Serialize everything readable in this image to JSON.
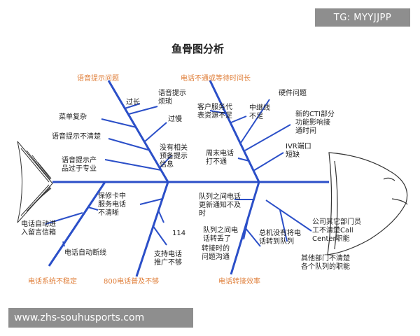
{
  "watermark_top": "TG: MYYJJPP",
  "watermark_bottom": "www.zhs-souhusports.com",
  "title": "鱼骨图分析",
  "categories": {
    "top1": "语音提示问题",
    "top2": "电话不通或等待时间长",
    "bottom1": "电话系统不稳定",
    "bottom2": "800电话普及不够",
    "bottom3": "电话转接效率"
  },
  "causes": {
    "c1": [
      "语音提示",
      "烦琐"
    ],
    "c2": [
      "过长"
    ],
    "c3": [
      "菜单复杂"
    ],
    "c4": [
      "过慢"
    ],
    "c5": [
      "语音提示不清楚"
    ],
    "c6": [
      "没有相关",
      "预备提示",
      "信息"
    ],
    "c7": [
      "语音提示产",
      "品过于专业"
    ],
    "c8": [
      "客户服务代",
      "表资源不足"
    ],
    "c9": [
      "中继线",
      "不足"
    ],
    "c10": [
      "硬件问题"
    ],
    "c11": [
      "新的CTI部分",
      "功能影响接",
      "通时间"
    ],
    "c12": [
      "周末电话",
      "打不通"
    ],
    "c13": [
      "IVR端口",
      "短缺"
    ],
    "c14": [
      "电话自动进",
      "入留言信箱"
    ],
    "c15": [
      "保修卡中",
      "服务电话",
      "不清晰"
    ],
    "c16": [
      "114"
    ],
    "c17": [
      "电话自动断线"
    ],
    "c18": [
      "支持电话",
      "推广不够"
    ],
    "c19": [
      "队列之间电话",
      "更新通知不及",
      "时"
    ],
    "c20": [
      "队列之间电",
      "话转丢了"
    ],
    "c21": [
      "转接时的",
      "问题沟通"
    ],
    "c22": [
      "总机没有将电",
      "话转到队列"
    ],
    "c23": [
      "公司其它部门员",
      "工不清楚Call",
      "Center职能"
    ],
    "c24": [
      "其他部门不清楚",
      "各个队列的职能"
    ]
  }
}
